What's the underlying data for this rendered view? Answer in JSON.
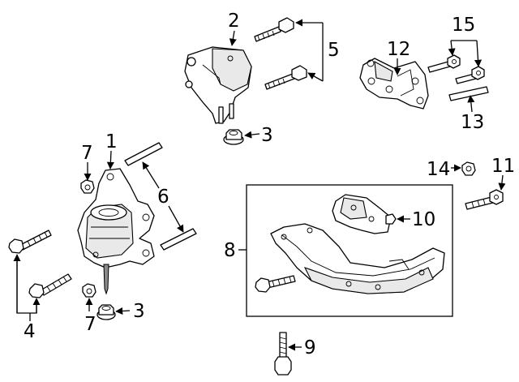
{
  "diagram": {
    "callouts": {
      "c1": "1",
      "c2": "2",
      "c3a": "3",
      "c3b": "3",
      "c4": "4",
      "c5": "5",
      "c6": "6",
      "c7a": "7",
      "c7b": "7",
      "c8": "8",
      "c9": "9",
      "c10": "10",
      "c11": "11",
      "c12": "12",
      "c13": "13",
      "c14": "14",
      "c15": "15"
    }
  }
}
